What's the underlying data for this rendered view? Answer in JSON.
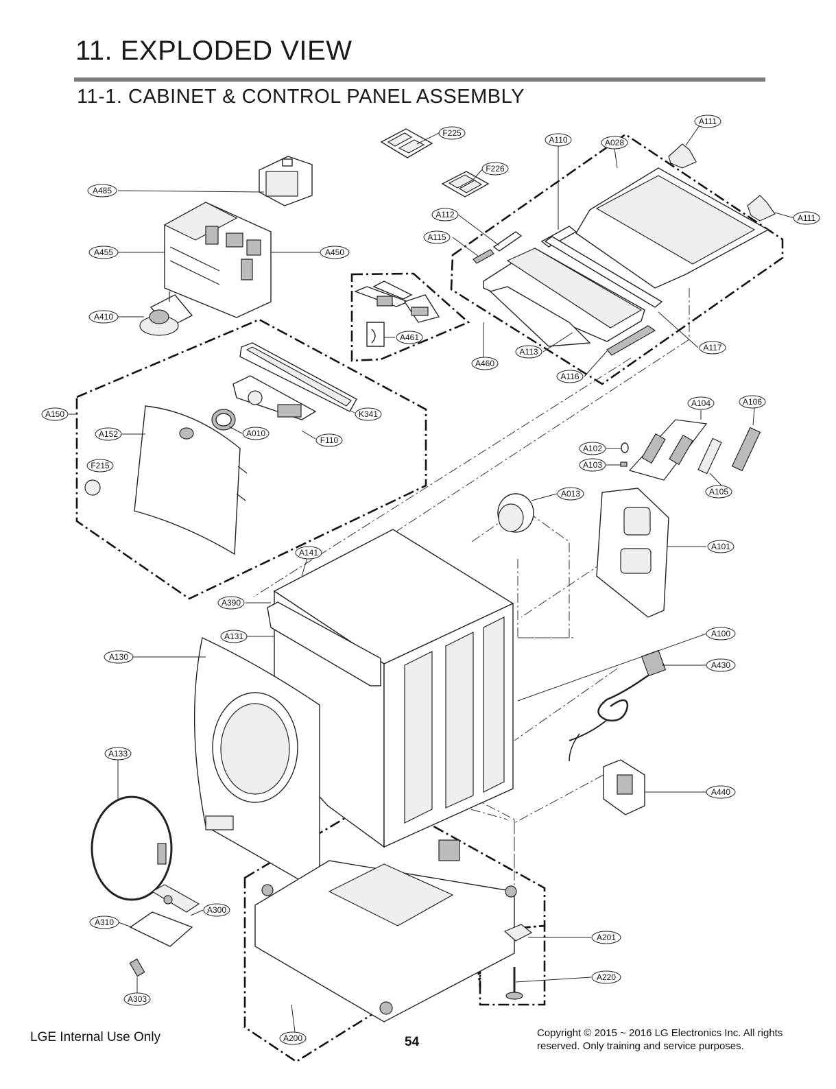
{
  "header": {
    "title": "11. EXPLODED VIEW",
    "subtitle": "11-1. CABINET  & CONTROL PANEL ASSEMBLY"
  },
  "callouts": {
    "F225": "F225",
    "F226": "F226",
    "A110": "A110",
    "A028": "A028",
    "A111a": "A111",
    "A111b": "A111",
    "A485": "A485",
    "A455": "A455",
    "A450": "A450",
    "A410": "A410",
    "A112": "A112",
    "A115": "A115",
    "A113": "A113",
    "A116": "A116",
    "A117": "A117",
    "A461": "A461",
    "A460": "A460",
    "A150": "A150",
    "A152": "A152",
    "F215": "F215",
    "A010": "A010",
    "F110": "F110",
    "K341": "K341",
    "A104": "A104",
    "A106": "A106",
    "A102": "A102",
    "A103": "A103",
    "A105": "A105",
    "A013": "A013",
    "A101": "A101",
    "A141": "A141",
    "A390": "A390",
    "A131": "A131",
    "A130": "A130",
    "A100": "A100",
    "A430": "A430",
    "A133": "A133",
    "A440": "A440",
    "A300": "A300",
    "A310": "A310",
    "A303": "A303",
    "A201": "A201",
    "A220": "A220",
    "A200": "A200"
  },
  "footer": {
    "left": "LGE Internal Use Only",
    "page": "54",
    "copyright_line1": "Copyright © 2015 ~ 2016 LG Electronics Inc. All rights",
    "copyright_line2": "reserved. Only training and service purposes."
  }
}
